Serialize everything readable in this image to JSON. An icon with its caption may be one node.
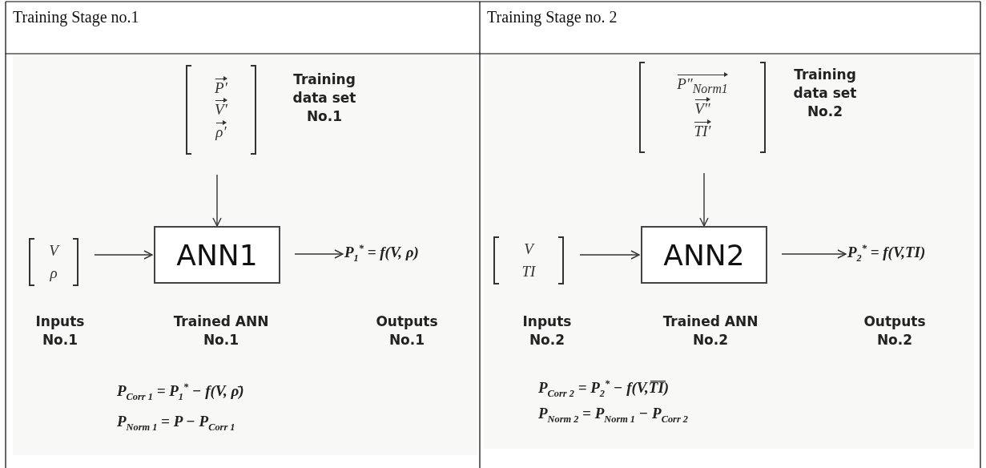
{
  "diagram": {
    "nodes": [
      {
        "text": [
          "P′",
          "V′",
          "ρ′"
        ],
        "beside": [
          "Training data set No.1"
        ]
      },
      {
        "text": [
          "V",
          "ρ"
        ],
        "beside": [
          "Inputs No.1"
        ]
      },
      {
        "text": [
          "ANN1"
        ],
        "beside": [
          "Trained ANN No.1"
        ]
      },
      {
        "text": [
          "P$_{1}$$^{*}$ = f(V, ρ)"
        ],
        "beside": [
          "Outputs No.1"
        ]
      },
      {
        "text": [
          "P″$_{Norm1}$",
          "V″",
          "TI′"
        ],
        "beside": [
          "Training data set No.2"
        ]
      },
      {
        "text": [
          "V",
          "TI"
        ],
        "beside": [
          "Inputs No.2"
        ]
      },
      {
        "text": [
          "ANN2"
        ],
        "beside": [
          "Trained ANN No.2"
        ]
      },
      {
        "text": [
          "P$_{2}$$^{*}$ = f(V,TI)"
        ],
        "beside": [
          "Outputs No.2"
        ]
      }
    ],
    "edges": [
      {
        "from": 0,
        "to": 2,
        "arrow": "to"
      },
      {
        "from": 1,
        "to": 2,
        "arrow": "to"
      },
      {
        "from": 2,
        "to": 3,
        "arrow": "to"
      },
      {
        "from": 4,
        "to": 6,
        "arrow": "to"
      },
      {
        "from": 5,
        "to": 6,
        "arrow": "to"
      },
      {
        "from": 6,
        "to": 7,
        "arrow": "to"
      }
    ],
    "labels": [
      "Training Stage no.1",
      "Training Stage no. 2",
      "P$_{Corr 1}$ = P$_{1}$$^{*}$ − f(V, ρ̄)",
      "P$_{Norm 1}$ = P − P$_{Corr 1}$",
      "P$_{Corr 2}$ = P$_{2}$$^{*}$ − f(V,T̅I̅)",
      "P$_{Norm 2}$ = P$_{Norm 1}$ − P$_{Corr 2}$"
    ]
  }
}
